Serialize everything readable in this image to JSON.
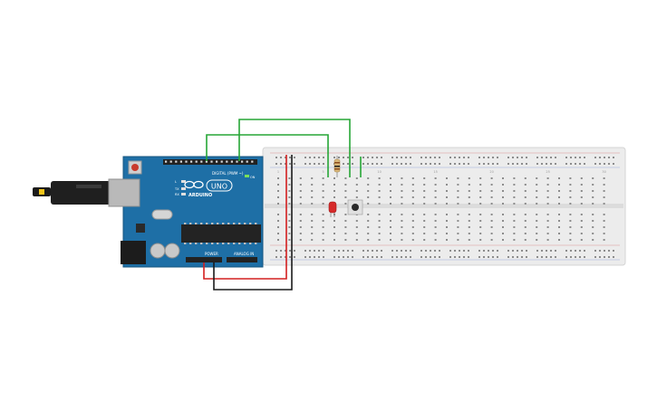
{
  "arduino": {
    "brand": "ARDUINO",
    "model": "UNO",
    "digital_header_label": "DIGITAL (PWM ~)",
    "power_label": "POWER",
    "analog_label": "ANALOG IN",
    "on_label": "ON",
    "tx_label": "TX",
    "rx_label": "RX",
    "l_label": "L",
    "board_color": "#1e6fa6",
    "brand_icon": "infinity-logo-icon"
  },
  "breadboard": {
    "columns": 30,
    "column_numbers": [
      "1",
      "5",
      "10",
      "15",
      "20",
      "25",
      "30"
    ],
    "row_letters_top": [
      "a",
      "b",
      "c",
      "d",
      "e"
    ],
    "row_letters_bottom": [
      "f",
      "g",
      "h",
      "i",
      "j"
    ],
    "body_color": "#ececec"
  },
  "wires": [
    {
      "name": "wire-green-1",
      "color": "#26a636"
    },
    {
      "name": "wire-green-2",
      "color": "#26a636"
    },
    {
      "name": "wire-green-3",
      "color": "#26a636"
    },
    {
      "name": "wire-red",
      "color": "#d32020"
    },
    {
      "name": "wire-black",
      "color": "#1a1a1a"
    }
  ],
  "components": {
    "led_color": "#d62a2a",
    "resistor_color": "#d9b779",
    "button_icon": "pushbutton-icon"
  }
}
